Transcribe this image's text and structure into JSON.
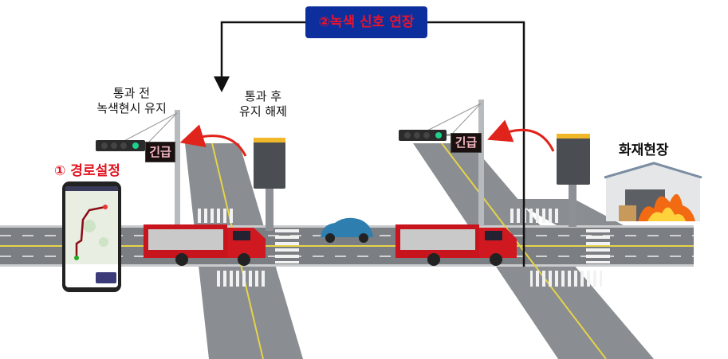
{
  "title_step2": "②녹색 신호 연장",
  "step1": "① 경로설정",
  "before_pass": {
    "line1": "통과 전",
    "line2": "녹색현시 유지"
  },
  "after_pass": {
    "line1": "통과 후",
    "line2": "유지 해제"
  },
  "emergency_sign": "긴급",
  "fire_scene": "화재현장",
  "colors": {
    "title_bg": "#0d2f9e",
    "title_text": "#e8142c",
    "step1_text": "#e01420",
    "arrow": "#e0241c",
    "road": "#7b7e82"
  }
}
